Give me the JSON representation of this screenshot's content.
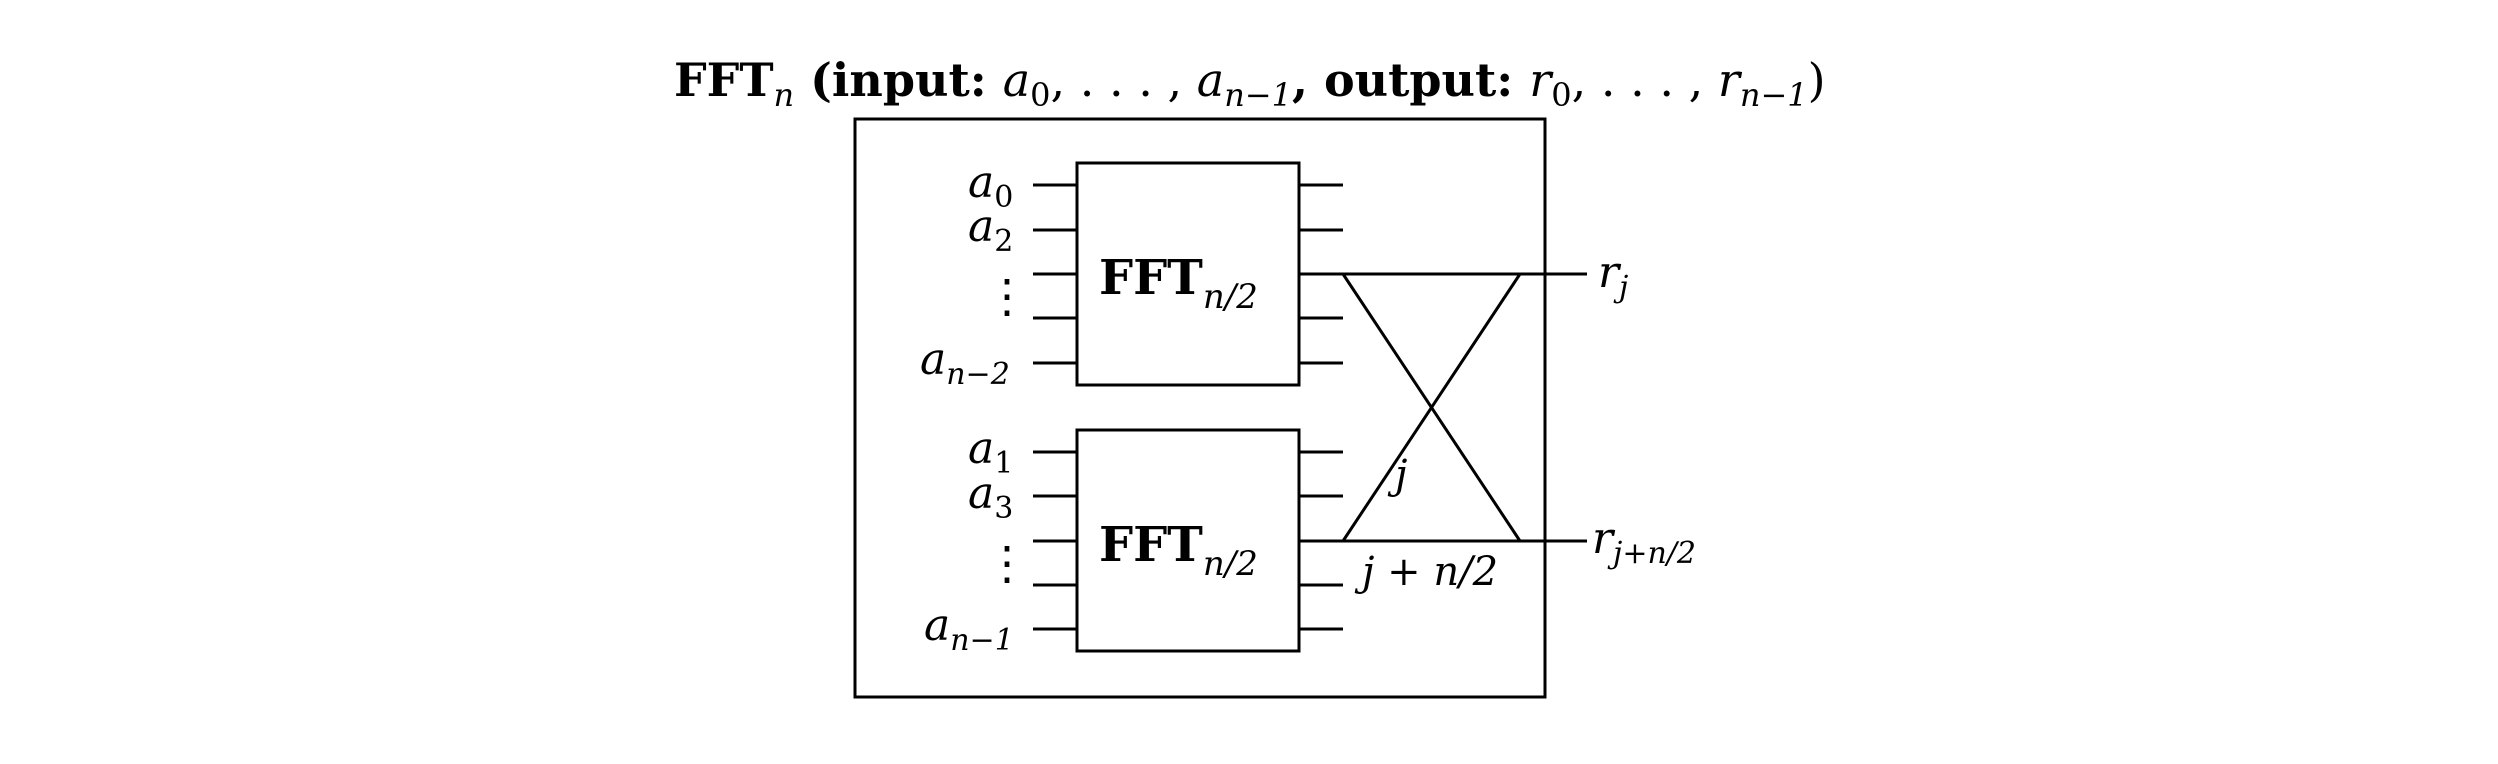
{
  "title": {
    "main": "FFT",
    "main_sub": "n",
    "open": " (input: ",
    "a0": "a",
    "a0_sub": "0",
    "dots1": ", . . . , ",
    "an1": "a",
    "an1_sub": "n−1",
    "mid": ", output: ",
    "r0": "r",
    "r0_sub": "0",
    "dots2": ", . . . , ",
    "rn1": "r",
    "rn1_sub": "n−1",
    "close": ")"
  },
  "top_block": {
    "label": "FFT",
    "label_sub": "n/2",
    "inputs": [
      {
        "base": "a",
        "sub": "0"
      },
      {
        "base": "a",
        "sub": "2"
      },
      {
        "base": "a",
        "sub": "n−2"
      }
    ],
    "vdots": "⋮"
  },
  "bottom_block": {
    "label": "FFT",
    "label_sub": "n/2",
    "inputs": [
      {
        "base": "a",
        "sub": "1"
      },
      {
        "base": "a",
        "sub": "3"
      },
      {
        "base": "a",
        "sub": "n−1"
      }
    ],
    "vdots": "⋮"
  },
  "butterfly": {
    "label_j": "j",
    "label_j_half": "j + n/2"
  },
  "outputs": [
    {
      "base": "r",
      "sub": "j"
    },
    {
      "base": "r",
      "sub": "j+n/2"
    }
  ]
}
